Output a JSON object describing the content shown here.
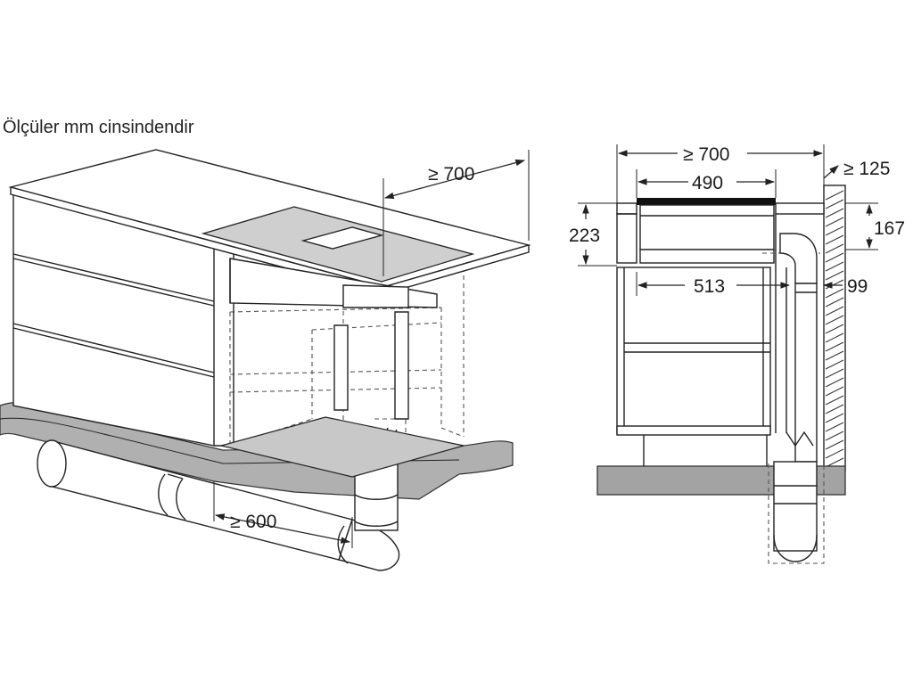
{
  "caption": "Ölçüler mm cinsindendir",
  "perspective_view": {
    "dim_depth": "≥ 700",
    "dim_duct_run": "≥ 600"
  },
  "section_view": {
    "dim_total_depth": "≥ 700",
    "dim_cutout_width": "490",
    "dim_wall_gap": "≥ 125",
    "dim_top_height": "223",
    "dim_unit_height": "167",
    "dim_inner_depth": "513",
    "dim_duct_offset": "99"
  }
}
